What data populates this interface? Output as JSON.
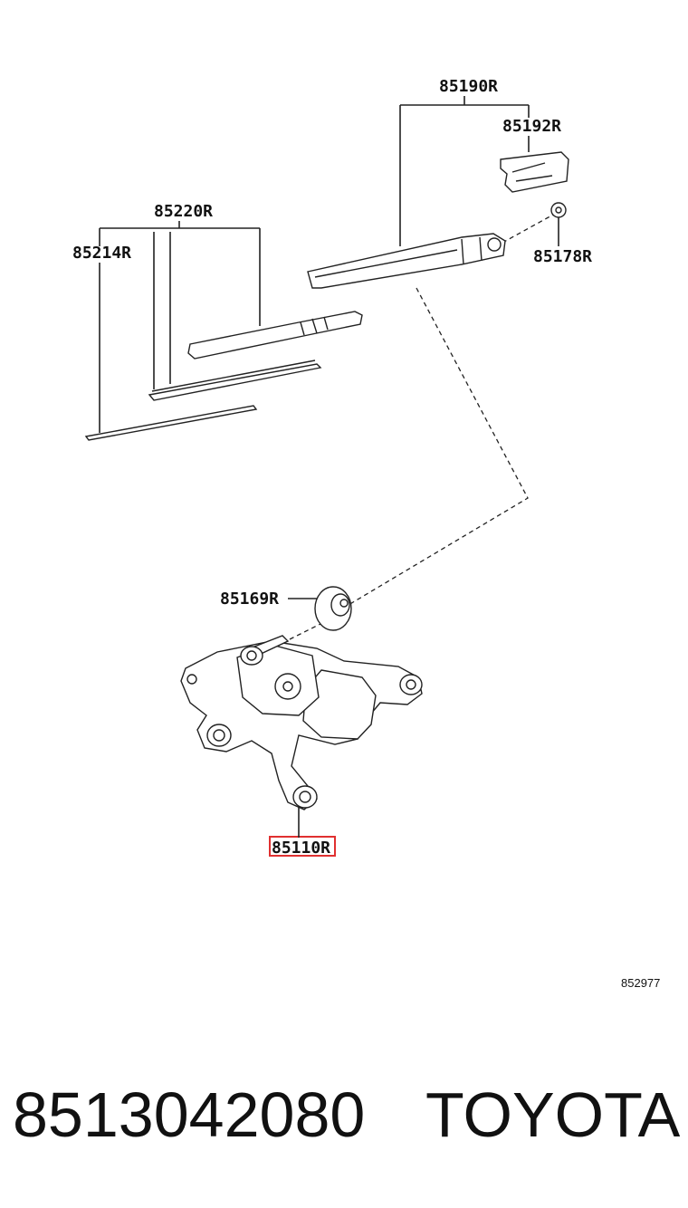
{
  "diagram": {
    "callouts": {
      "c85190": "85190R",
      "c85192": "85192R",
      "c85220": "85220R",
      "c85214": "85214R",
      "c85178": "85178R",
      "c85169": "85169R",
      "c85110": "85110R"
    },
    "highlighted_callout": "85110R",
    "highlight_color": "#e03030",
    "reference_code": "852977"
  },
  "footer": {
    "part_number": "8513042080",
    "brand": "TOYOTA"
  }
}
